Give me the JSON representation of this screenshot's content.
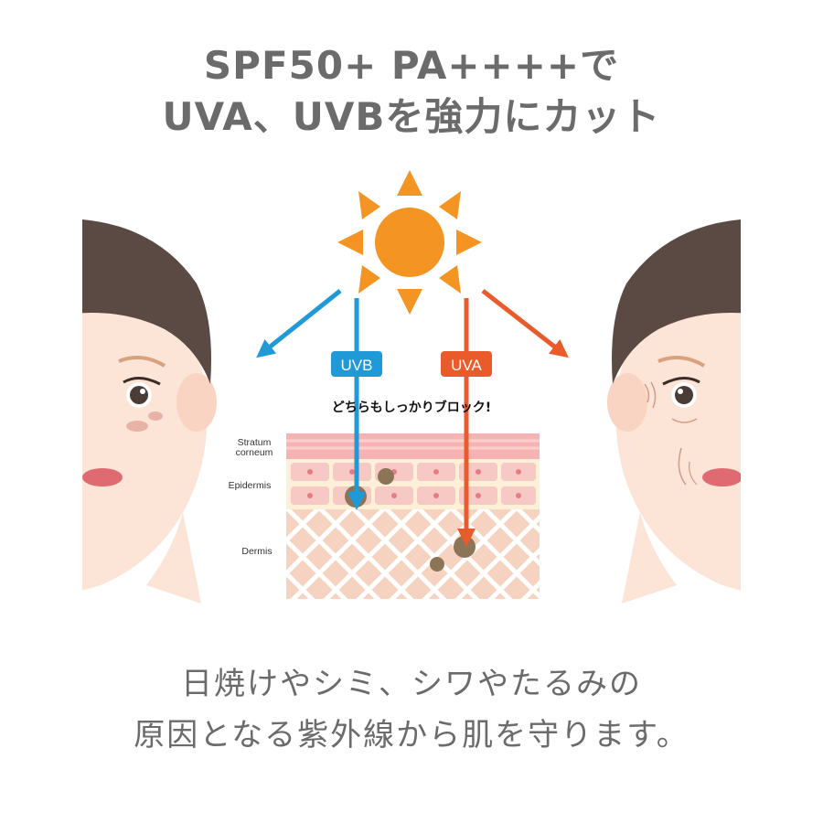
{
  "headline": {
    "line1": "SPF50+ PA++++で",
    "line2": "UVA、UVBを強力にカット"
  },
  "rays": {
    "uvb_label": "UVB",
    "uva_label": "UVA",
    "uvb_color": "#1f9ad6",
    "uva_color": "#ea5b2b"
  },
  "block_text": "どちらもしっかりブロック!",
  "skin_layers": {
    "stratum_line1": "Stratum",
    "stratum_line2": "corneum",
    "epidermis": "Epidermis",
    "dermis": "Dermis"
  },
  "caption": {
    "line1": "日焼けやシミ、シワやたるみの",
    "line2": "原因となる紫外線から肌を守ります。"
  },
  "colors": {
    "text_gray": "#6b6b6b",
    "sun": "#f39423",
    "skin": "#fce4d6",
    "hair": "#5b4a44"
  }
}
